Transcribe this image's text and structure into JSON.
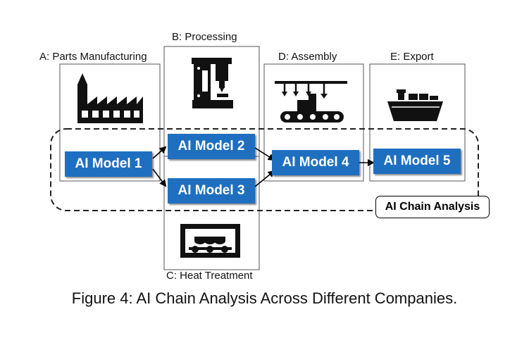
{
  "stages": {
    "a": "A: Parts Manufacturing",
    "b": "B: Processing",
    "c": "C: Heat Treatment",
    "d": "D: Assembly",
    "e": "E: Export"
  },
  "models": [
    "AI Model 1",
    "AI Model 2",
    "AI Model 3",
    "AI Model 4",
    "AI Model 5"
  ],
  "chain_label": "AI Chain Analysis",
  "caption": "Figure 4: AI Chain Analysis Across Different Companies.",
  "colors": {
    "model_fill": "#1f6fc0",
    "stroke": "#000000",
    "box_border": "#555555"
  },
  "icons": [
    "factory-icon",
    "press-machine-icon",
    "furnace-icon",
    "assembly-line-icon",
    "cargo-ship-icon"
  ]
}
